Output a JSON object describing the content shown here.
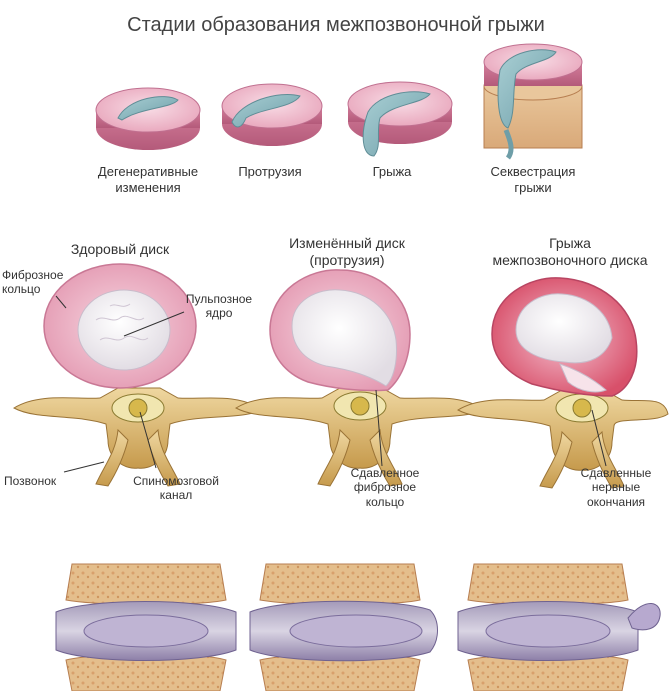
{
  "title": "Стадии образования межпозвоночной грыжи",
  "stages": [
    {
      "label_line1": "Дегенеративные",
      "label_line2": "изменения"
    },
    {
      "label_line1": "Протрузия",
      "label_line2": ""
    },
    {
      "label_line1": "Грыжа",
      "label_line2": ""
    },
    {
      "label_line1": "Секвестрация",
      "label_line2": "грыжи"
    }
  ],
  "cross_sections": {
    "healthy": {
      "title": "Здоровый диск",
      "annulus": {
        "line1": "Фиброзное",
        "line2": "кольцо"
      },
      "nucleus": {
        "line1": "Пульпозное",
        "line2": "ядро"
      },
      "vertebra": "Позвонок",
      "canal": {
        "line1": "Спиномозговой",
        "line2": "канал"
      }
    },
    "changed": {
      "title_line1": "Изменённый диск",
      "title_line2": "(протрузия)",
      "compressed": {
        "line1": "Сдавленное",
        "line2": "фиброзное",
        "line3": "кольцо"
      }
    },
    "hernia": {
      "title_line1": "Грыжа",
      "title_line2": "межпозвоночного диска",
      "nerves": {
        "line1": "Сдавленные",
        "line2": "нервные",
        "line3": "окончания"
      }
    }
  },
  "colors": {
    "disc_pink": "#e7a2b8",
    "disc_top": "#f3c9d6",
    "nucleus_blue": "#8fb8c0",
    "nucleus_white": "#f1eef1",
    "bone_tan": "#c9a052",
    "bone_light": "#e6c88a",
    "inflamed_red": "#d8506a",
    "disc_purple": "#8d7fa8"
  }
}
